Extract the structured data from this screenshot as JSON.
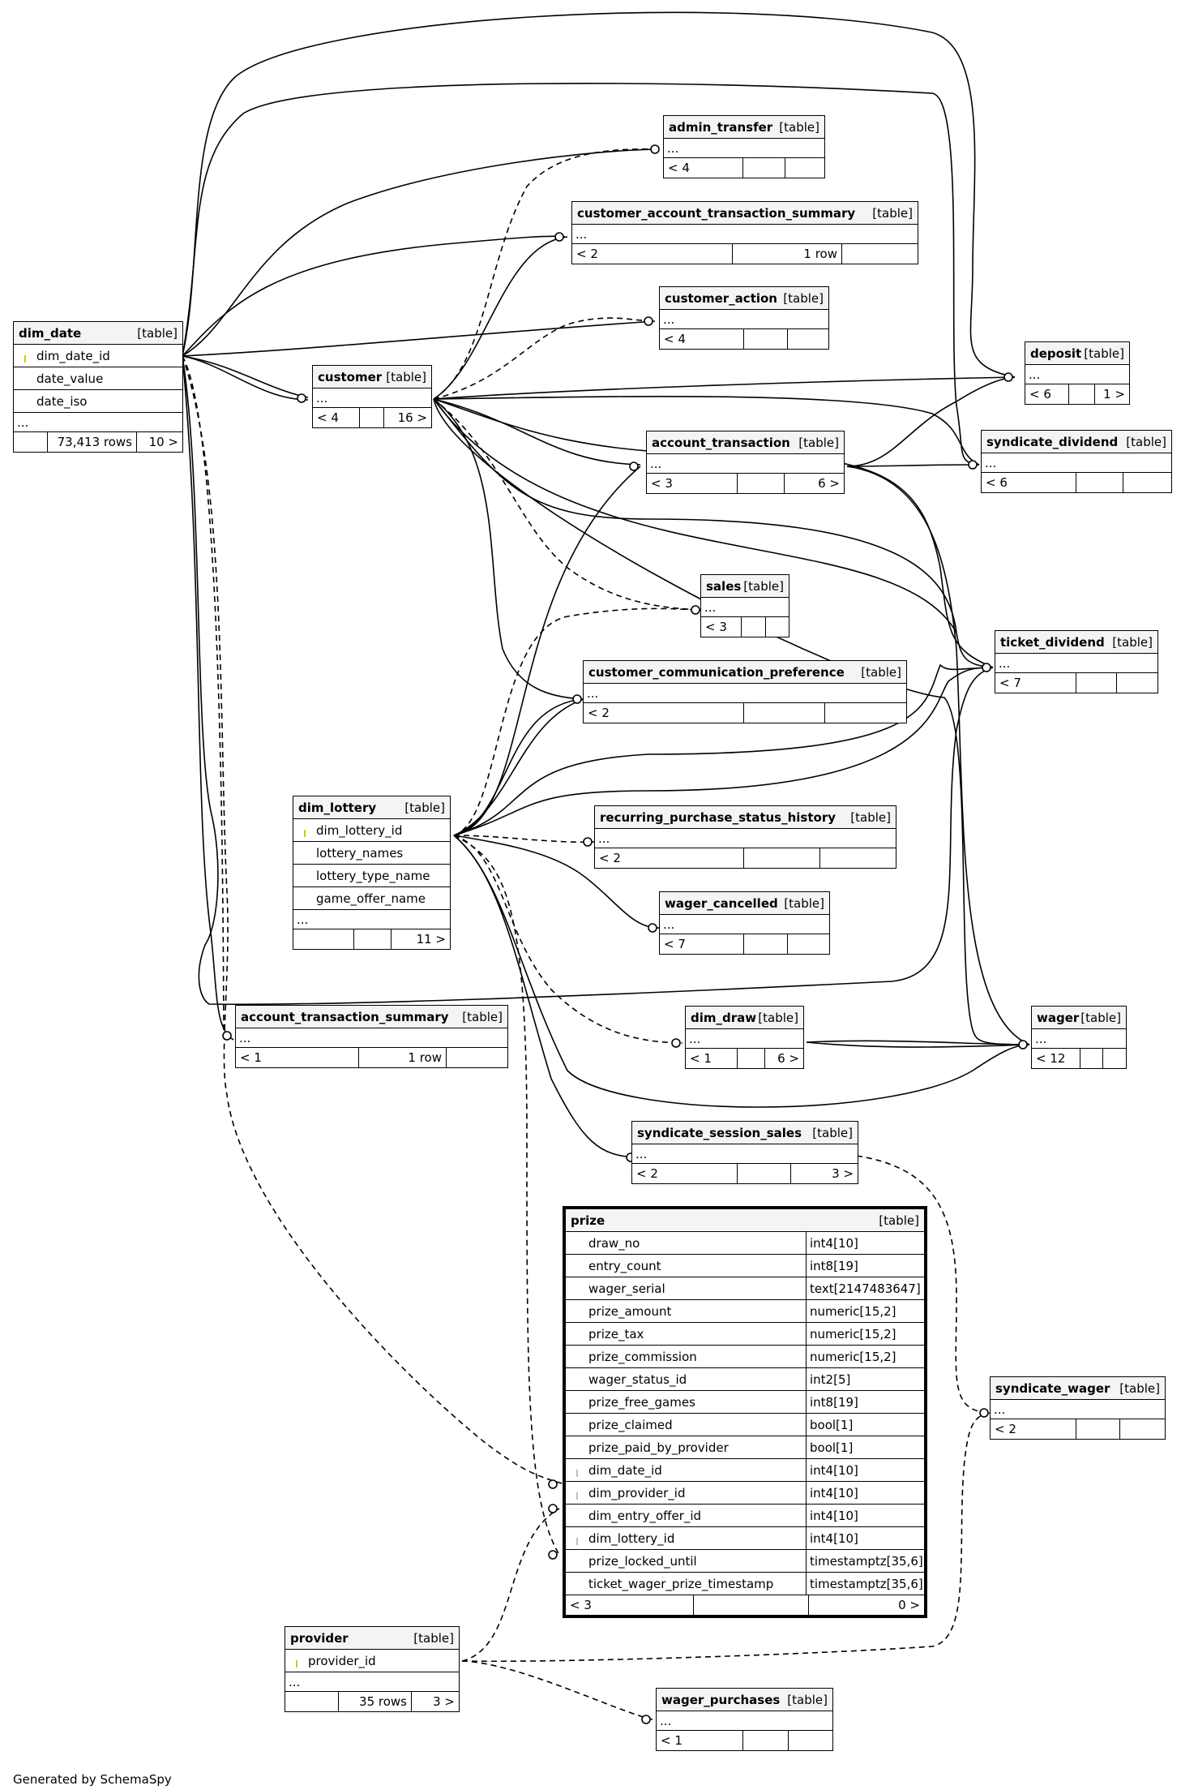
{
  "tables": {
    "dim_date": {
      "name": "dim_date",
      "kind": "[table]",
      "columns": [
        "dim_date_id",
        "date_value",
        "date_iso"
      ],
      "ellipsis": "...",
      "footer": [
        "",
        "73,413 rows",
        "10 >"
      ]
    },
    "customer": {
      "name": "customer",
      "kind": "[table]",
      "ellipsis": "...",
      "footer": [
        "< 4",
        "",
        "16 >"
      ]
    },
    "admin_transfer": {
      "name": "admin_transfer",
      "kind": "[table]",
      "ellipsis": "...",
      "footer": [
        "< 4",
        "",
        ""
      ]
    },
    "customer_account_transaction_summary": {
      "name": "customer_account_transaction_summary",
      "kind": "[table]",
      "ellipsis": "...",
      "footer": [
        "< 2",
        "1 row",
        ""
      ]
    },
    "customer_action": {
      "name": "customer_action",
      "kind": "[table]",
      "ellipsis": "...",
      "footer": [
        "< 4",
        "",
        ""
      ]
    },
    "deposit": {
      "name": "deposit",
      "kind": "[table]",
      "ellipsis": "...",
      "footer": [
        "< 6",
        "",
        "1 >"
      ]
    },
    "syndicate_dividend": {
      "name": "syndicate_dividend",
      "kind": "[table]",
      "ellipsis": "...",
      "footer": [
        "< 6",
        "",
        ""
      ]
    },
    "account_transaction": {
      "name": "account_transaction",
      "kind": "[table]",
      "ellipsis": "...",
      "footer": [
        "< 3",
        "",
        "6 >"
      ]
    },
    "sales": {
      "name": "sales",
      "kind": "[table]",
      "ellipsis": "...",
      "footer": [
        "< 3",
        "",
        ""
      ]
    },
    "ticket_dividend": {
      "name": "ticket_dividend",
      "kind": "[table]",
      "ellipsis": "...",
      "footer": [
        "< 7",
        "",
        ""
      ]
    },
    "customer_communication_preference": {
      "name": "customer_communication_preference",
      "kind": "[table]",
      "ellipsis": "...",
      "footer": [
        "< 2",
        "",
        ""
      ]
    },
    "dim_lottery": {
      "name": "dim_lottery",
      "kind": "[table]",
      "columns": [
        "dim_lottery_id",
        "lottery_names",
        "lottery_type_name",
        "game_offer_name"
      ],
      "ellipsis": "...",
      "footer": [
        "",
        "",
        "11 >"
      ]
    },
    "recurring_purchase_status_history": {
      "name": "recurring_purchase_status_history",
      "kind": "[table]",
      "ellipsis": "...",
      "footer": [
        "< 2",
        "",
        ""
      ]
    },
    "wager_cancelled": {
      "name": "wager_cancelled",
      "kind": "[table]",
      "ellipsis": "...",
      "footer": [
        "< 7",
        "",
        ""
      ]
    },
    "account_transaction_summary": {
      "name": "account_transaction_summary",
      "kind": "[table]",
      "ellipsis": "...",
      "footer": [
        "< 1",
        "1 row",
        ""
      ]
    },
    "dim_draw": {
      "name": "dim_draw",
      "kind": "[table]",
      "ellipsis": "...",
      "footer": [
        "< 1",
        "",
        "6 >"
      ]
    },
    "wager": {
      "name": "wager",
      "kind": "[table]",
      "ellipsis": "...",
      "footer": [
        "< 12",
        "",
        ""
      ]
    },
    "syndicate_session_sales": {
      "name": "syndicate_session_sales",
      "kind": "[table]",
      "ellipsis": "...",
      "footer": [
        "< 2",
        "",
        "3 >"
      ]
    },
    "prize": {
      "name": "prize",
      "kind": "[table]",
      "columns": [
        {
          "name": "draw_no",
          "type": "int4[10]"
        },
        {
          "name": "entry_count",
          "type": "int8[19]"
        },
        {
          "name": "wager_serial",
          "type": "text[2147483647]"
        },
        {
          "name": "prize_amount",
          "type": "numeric[15,2]"
        },
        {
          "name": "prize_tax",
          "type": "numeric[15,2]"
        },
        {
          "name": "prize_commission",
          "type": "numeric[15,2]"
        },
        {
          "name": "wager_status_id",
          "type": "int2[5]"
        },
        {
          "name": "prize_free_games",
          "type": "int8[19]"
        },
        {
          "name": "prize_claimed",
          "type": "bool[1]"
        },
        {
          "name": "prize_paid_by_provider",
          "type": "bool[1]"
        },
        {
          "name": "dim_date_id",
          "type": "int4[10]",
          "fk": true
        },
        {
          "name": "dim_provider_id",
          "type": "int4[10]",
          "fk": true
        },
        {
          "name": "dim_entry_offer_id",
          "type": "int4[10]"
        },
        {
          "name": "dim_lottery_id",
          "type": "int4[10]",
          "fk": true
        },
        {
          "name": "prize_locked_until",
          "type": "timestamptz[35,6]"
        },
        {
          "name": "ticket_wager_prize_timestamp",
          "type": "timestamptz[35,6]"
        }
      ],
      "footer": [
        "< 3",
        "",
        "0 >"
      ]
    },
    "syndicate_wager": {
      "name": "syndicate_wager",
      "kind": "[table]",
      "ellipsis": "...",
      "footer": [
        "< 2",
        "",
        ""
      ]
    },
    "provider": {
      "name": "provider",
      "kind": "[table]",
      "columns": [
        "provider_id"
      ],
      "ellipsis": "...",
      "footer": [
        "",
        "35 rows",
        "3 >"
      ]
    },
    "wager_purchases": {
      "name": "wager_purchases",
      "kind": "[table]",
      "ellipsis": "...",
      "footer": [
        "< 1",
        "",
        ""
      ]
    }
  },
  "footer_text": "Generated by SchemaSpy",
  "colors": {
    "key_icon": "#d8c800",
    "fk_icon": "#bdbdbd",
    "header_bg": "#f4f4f4"
  }
}
